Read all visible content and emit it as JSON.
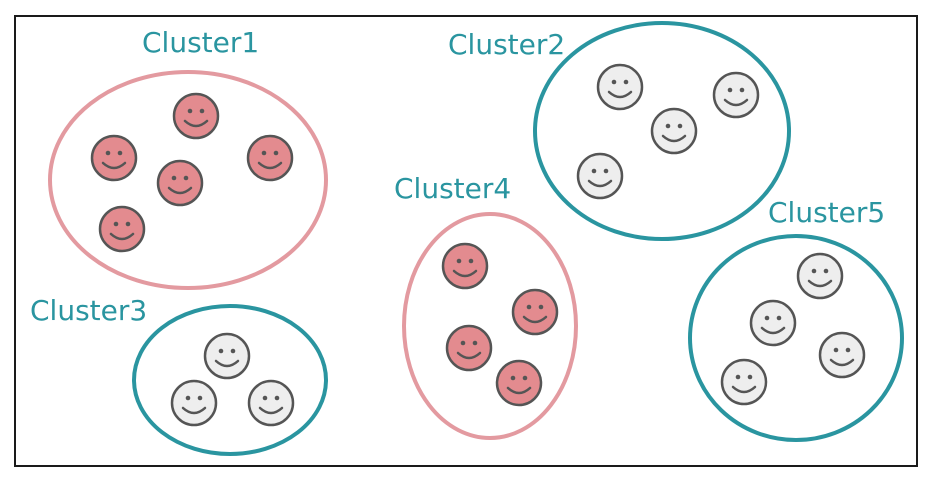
{
  "colors": {
    "pink": "#e39aa0",
    "pink_fill": "#e38b8f",
    "teal": "#2a95a0",
    "gray_fill": "#eeeeee",
    "face_stroke": "#555555"
  },
  "clusters": [
    {
      "label": "Cluster1",
      "color": "pink",
      "member_style": "pink-face",
      "member_count": 5
    },
    {
      "label": "Cluster2",
      "color": "teal",
      "member_style": "gray-face",
      "member_count": 4
    },
    {
      "label": "Cluster3",
      "color": "teal",
      "member_style": "gray-face",
      "member_count": 3
    },
    {
      "label": "Cluster4",
      "color": "pink",
      "member_style": "pink-face",
      "member_count": 4
    },
    {
      "label": "Cluster5",
      "color": "teal",
      "member_style": "gray-face",
      "member_count": 4
    }
  ]
}
